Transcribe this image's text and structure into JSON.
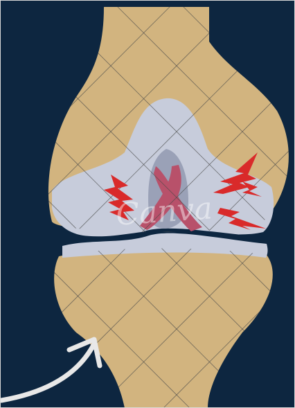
{
  "illustration": {
    "subject": "knee-joint",
    "icons": [
      "femur-bone",
      "tibia-bone",
      "cartilage",
      "ligaments",
      "pain-bolt-icon",
      "arrow-icon"
    ],
    "watermark_text": "Canva"
  },
  "colors": {
    "background": "#0d2640",
    "bone": "#d2b47f",
    "bone_shadow": "#c4a672",
    "cartilage": "#c7ccdb",
    "cartilage_inner": "#9aa1b7",
    "ligament": "#b8516a",
    "pain": "#d92a2a",
    "arrow": "#e8e8e8",
    "grid_line": "#4a4a4a",
    "joint_gap": "#0d2640"
  }
}
